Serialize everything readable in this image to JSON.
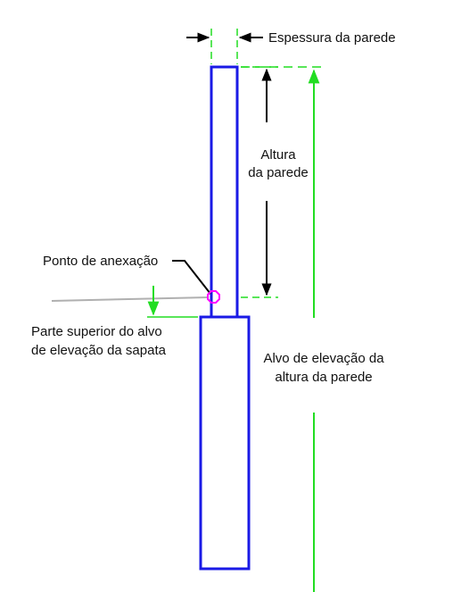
{
  "labels": {
    "wall_thickness": "Espessura da parede",
    "wall_height_line1": "Altura",
    "wall_height_line2": "da parede",
    "attachment_point": "Ponto de anexação",
    "footing_top_line1": "Parte superior do alvo",
    "footing_top_line2": "de elevação da sapata",
    "elevation_target_line1": "Alvo de elevação da",
    "elevation_target_line2": "altura da parede"
  },
  "colors": {
    "wall": "#1a1ae6",
    "dimension": "#22dd22",
    "arrow": "#000000",
    "attachment": "#ff00ff",
    "reference_line": "#b0b0b0"
  }
}
